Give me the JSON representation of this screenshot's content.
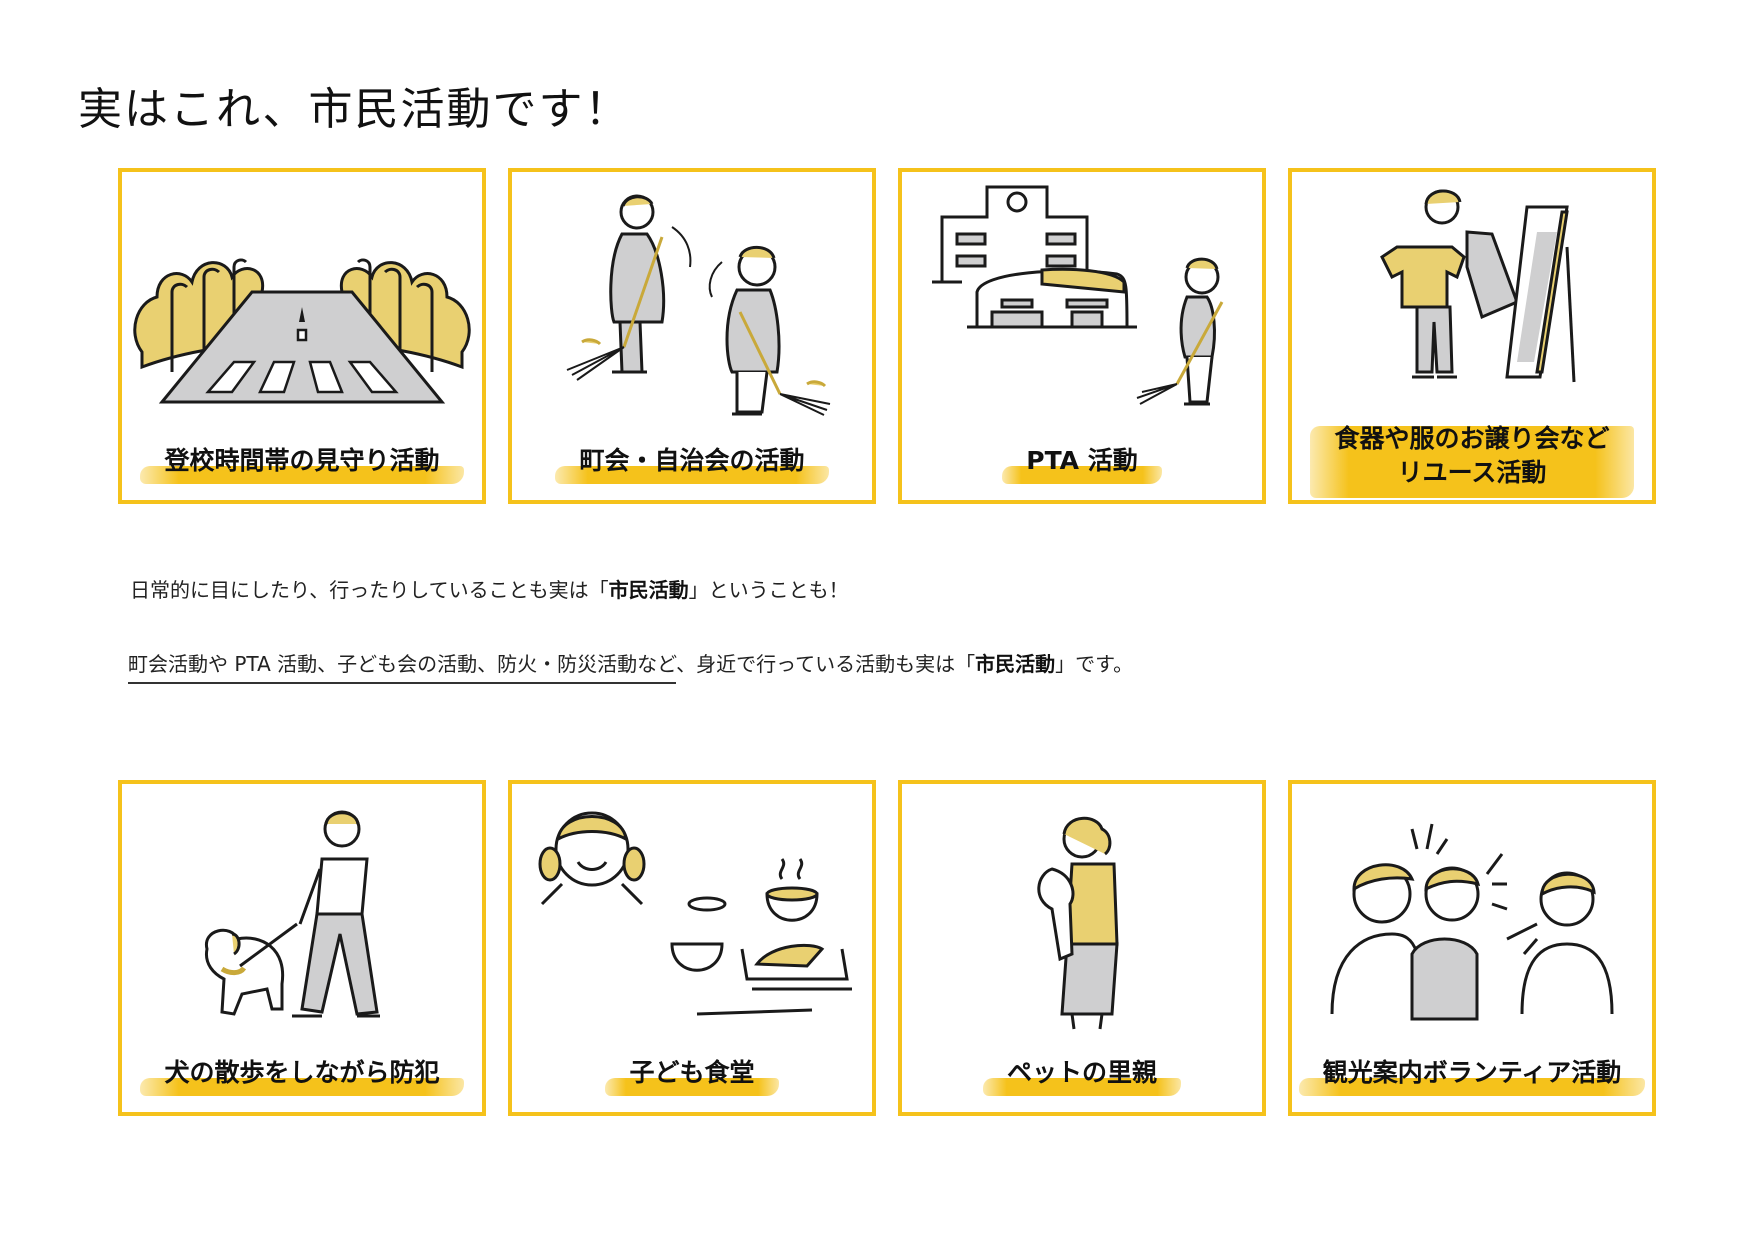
{
  "page": {
    "title": "実はこれ、市民活動です！"
  },
  "colors": {
    "accent": "#F5C21B",
    "illustration_yellow": "#E9D071",
    "illustration_gray": "#CFCFD0",
    "ink": "#111111"
  },
  "cards_top": [
    {
      "label": "登校時間帯の見守り活動",
      "icon": "road-trees-crosswalk-illustration"
    },
    {
      "label": "町会・自治会の活動",
      "icon": "people-sweeping-illustration"
    },
    {
      "label": "PTA 活動",
      "icon": "school-and-sweeper-illustration"
    },
    {
      "label_line1": "食器や服のお譲り会など",
      "label_line2": "リユース活動",
      "icon": "person-clothes-mirror-illustration"
    }
  ],
  "cards_bottom": [
    {
      "label": "犬の散歩をしながら防犯",
      "icon": "man-walking-dog-illustration"
    },
    {
      "label": "子ども食堂",
      "icon": "child-meal-illustration"
    },
    {
      "label": "ペットの里親",
      "icon": "woman-holding-pet-illustration"
    },
    {
      "label": "観光案内ボランティア活動",
      "icon": "tour-guide-conversation-illustration"
    }
  ],
  "body": {
    "line1_pre": "日常的に目にしたり、行ったりしていることも実は「",
    "line1_bold": "市民活動",
    "line1_post": "」ということも！",
    "line2_underlined": "町会活動や PTA 活動、子ども会の活動、防火・防災活動など",
    "line2_mid": "、身近で行っている活動も実は「",
    "line2_bold": "市民活動",
    "line2_post": "」です。"
  }
}
